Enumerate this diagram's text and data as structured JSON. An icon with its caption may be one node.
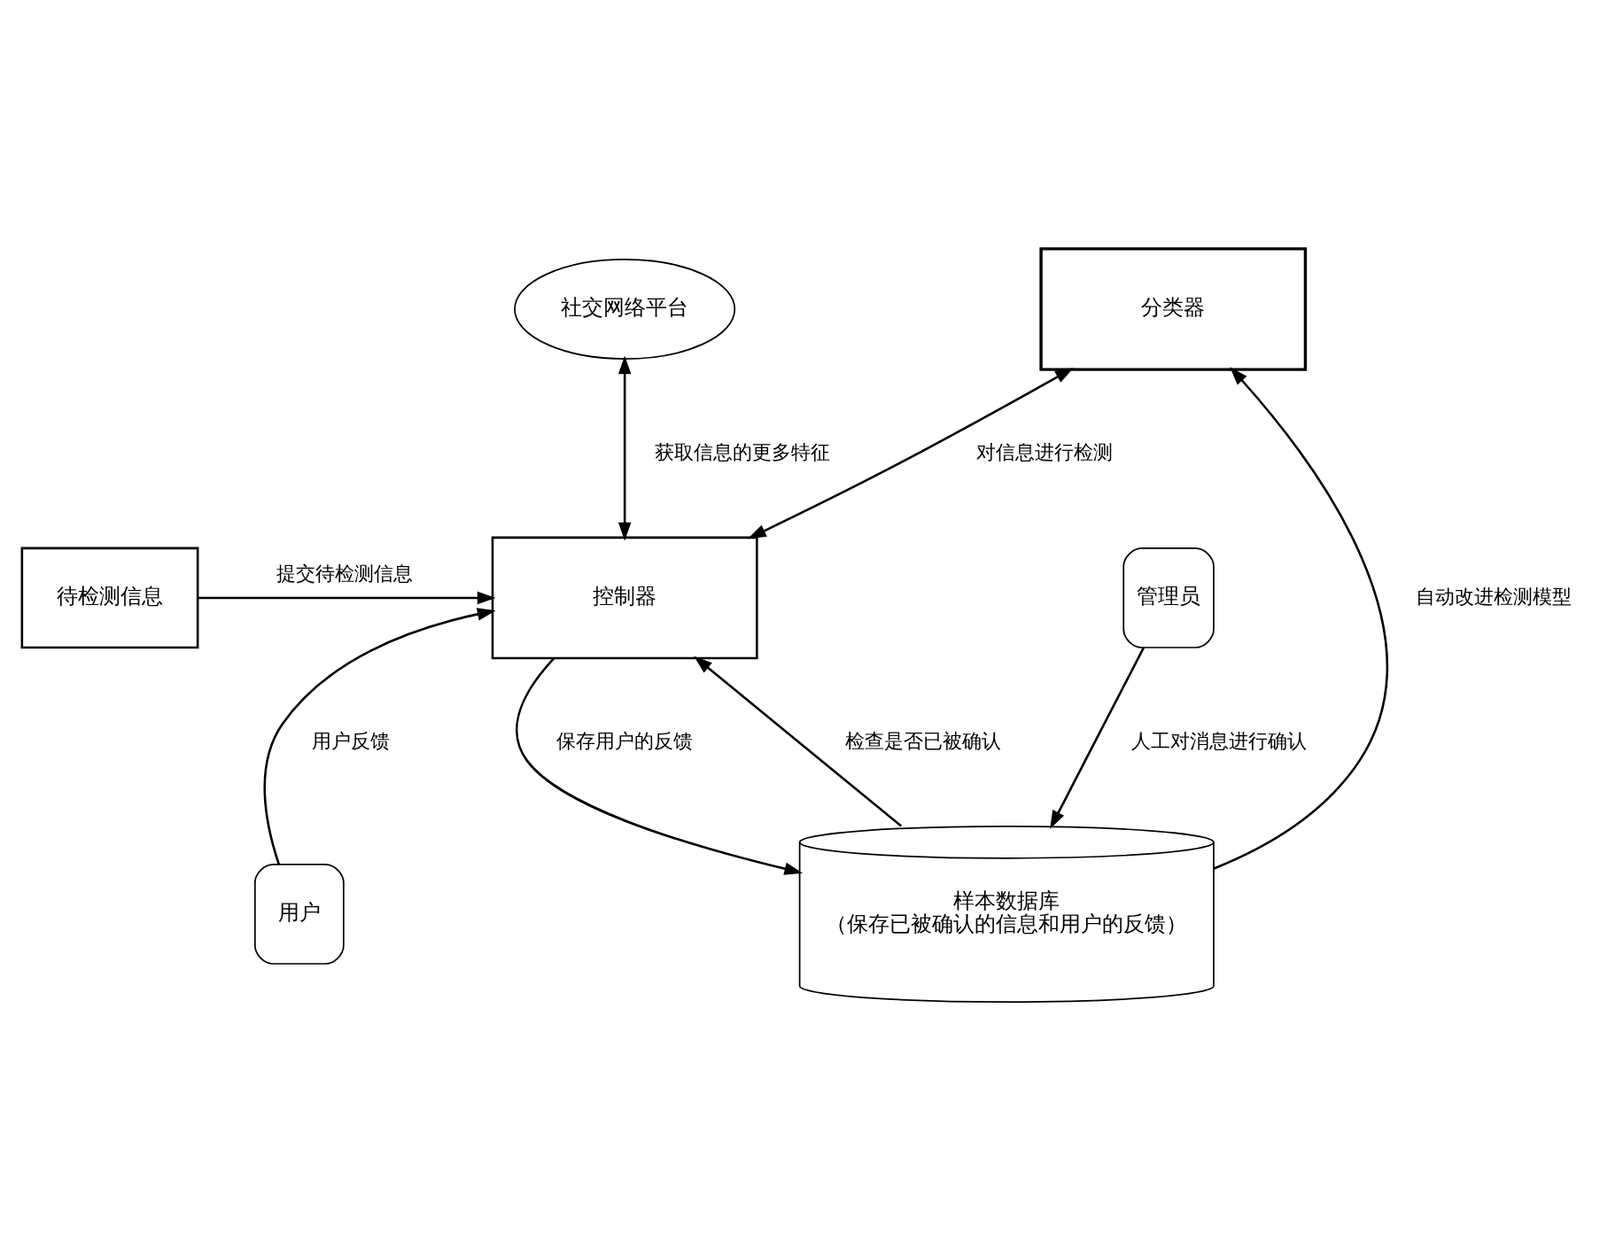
{
  "diagram": {
    "nodes": [
      {
        "text": [
          "社交网络平台"
        ]
      },
      {
        "text": [
          "分类器"
        ]
      },
      {
        "text": [
          "待检测信息"
        ]
      },
      {
        "text": [
          "控制器"
        ]
      },
      {
        "text": [
          "管理员"
        ]
      },
      {
        "text": [
          "用户"
        ]
      },
      {
        "text": [
          "样本数据库",
          "（保存已被确认的信息和用户的反馈）"
        ]
      }
    ],
    "edges": [
      {
        "from": 0,
        "to": 3,
        "arrow": "both",
        "label": "获取信息的更多特征"
      },
      {
        "from": 3,
        "to": 1,
        "arrow": "both",
        "label": "对信息进行检测"
      },
      {
        "from": 2,
        "to": 3,
        "arrow": "to",
        "label": "提交待检测信息"
      },
      {
        "from": 5,
        "to": 3,
        "arrow": "to",
        "label": "用户反馈"
      },
      {
        "from": 3,
        "to": 6,
        "arrow": "to",
        "label": "保存用户的反馈"
      },
      {
        "from": 6,
        "to": 3,
        "arrow": "to",
        "label": "检查是否已被确认"
      },
      {
        "from": 6,
        "to": 1,
        "arrow": "to",
        "label": "自动改进检测模型"
      },
      {
        "from": 4,
        "to": 6,
        "arrow": "to",
        "label": "人工对消息进行确认"
      }
    ]
  }
}
